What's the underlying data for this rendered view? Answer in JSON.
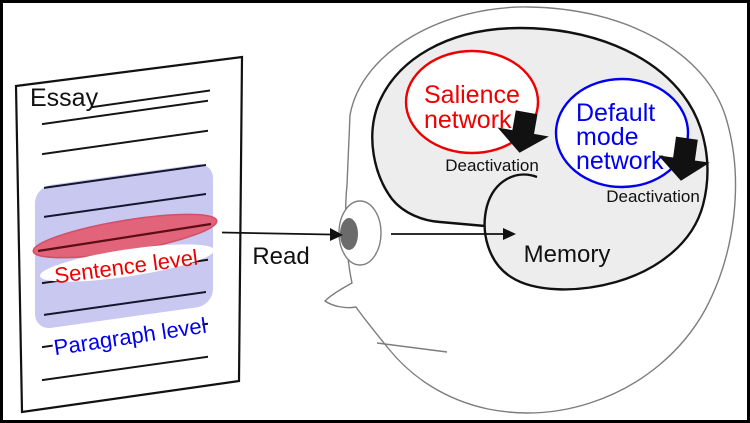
{
  "document": {
    "title": "Essay",
    "sentence_label": "Sentence level",
    "paragraph_label": "Paragraph level"
  },
  "reading": {
    "read_label": "Read"
  },
  "brain": {
    "salience_network": {
      "line1": "Salience",
      "line2": "network"
    },
    "default_mode_network": {
      "line1": "Default",
      "line2": "mode",
      "line3": "network"
    },
    "deactivation_label": "Deactivation",
    "memory_label": "Memory"
  },
  "colors": {
    "red": "#ee0000",
    "blue": "#0000ee",
    "sentence_highlight": "#e2647a",
    "sentence_highlight_edge": "#d05068",
    "sentence_line_dark": "#5c0d16",
    "paragraph_highlight": "#c8c8f0",
    "brain_fill": "#ededed",
    "head_line": "#7d7d7d",
    "pupil_gray": "#6b6b6b"
  }
}
